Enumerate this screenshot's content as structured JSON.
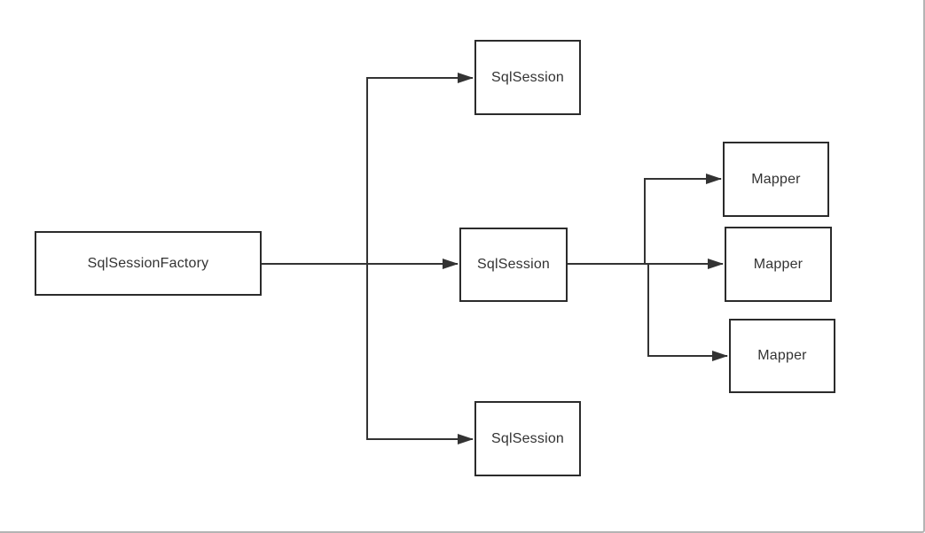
{
  "diagram": {
    "title": "SqlSessionFactory to SqlSession to Mapper relationship diagram",
    "colors": {
      "canvas_background": "#ffffff",
      "node_border": "#2b2b2b",
      "connector_line": "#333333",
      "text": "#333333",
      "page_edge": "#b4b4b4"
    },
    "nodes": [
      {
        "id": "sql-session-factory",
        "label": "SqlSessionFactory"
      },
      {
        "id": "sql-session-top",
        "label": "SqlSession"
      },
      {
        "id": "sql-session-middle",
        "label": "SqlSession"
      },
      {
        "id": "sql-session-bottom",
        "label": "SqlSession"
      },
      {
        "id": "mapper-top",
        "label": "Mapper"
      },
      {
        "id": "mapper-middle",
        "label": "Mapper"
      },
      {
        "id": "mapper-bottom",
        "label": "Mapper"
      }
    ],
    "connectors": [
      {
        "from": "sql-session-factory",
        "to": "sql-session-top",
        "style": "orthogonal-arrow"
      },
      {
        "from": "sql-session-factory",
        "to": "sql-session-middle",
        "style": "straight-arrow"
      },
      {
        "from": "sql-session-factory",
        "to": "sql-session-bottom",
        "style": "orthogonal-arrow"
      },
      {
        "from": "sql-session-middle",
        "to": "mapper-top",
        "style": "orthogonal-arrow"
      },
      {
        "from": "sql-session-middle",
        "to": "mapper-middle",
        "style": "straight-arrow"
      },
      {
        "from": "sql-session-middle",
        "to": "mapper-bottom",
        "style": "orthogonal-arrow"
      }
    ]
  }
}
